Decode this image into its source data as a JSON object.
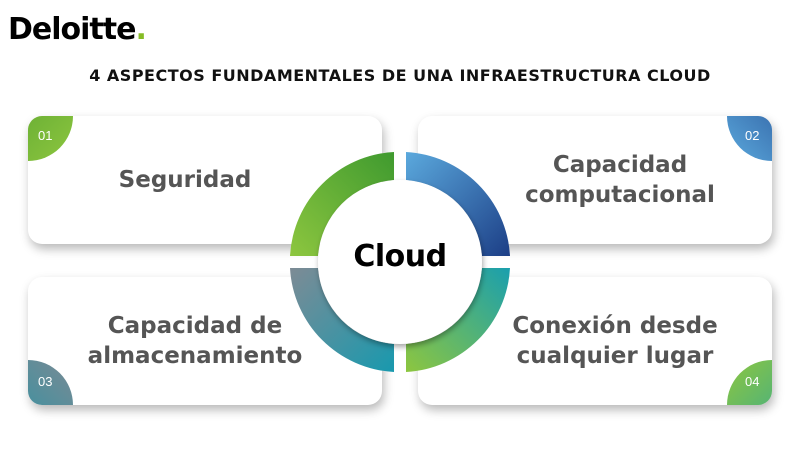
{
  "brand": {
    "name": "Deloitte",
    "dot": ".",
    "accent_color": "#86BC25"
  },
  "title": "4 ASPECTOS FUNDAMENTALES DE UNA INFRAESTRUCTURA CLOUD",
  "center": {
    "label": "Cloud"
  },
  "cards": [
    {
      "number": "01",
      "lines": [
        "Seguridad"
      ],
      "color": "#6BB22E"
    },
    {
      "number": "02",
      "lines": [
        "Capacidad",
        "computacional"
      ],
      "color": "#2E6AB4"
    },
    {
      "number": "03",
      "lines": [
        "Capacidad de",
        "almacenamiento"
      ],
      "color": "#4D8F9F"
    },
    {
      "number": "04",
      "lines": [
        "Conexión desde",
        "cualquier lugar"
      ],
      "color": "#3FAE8A"
    }
  ]
}
